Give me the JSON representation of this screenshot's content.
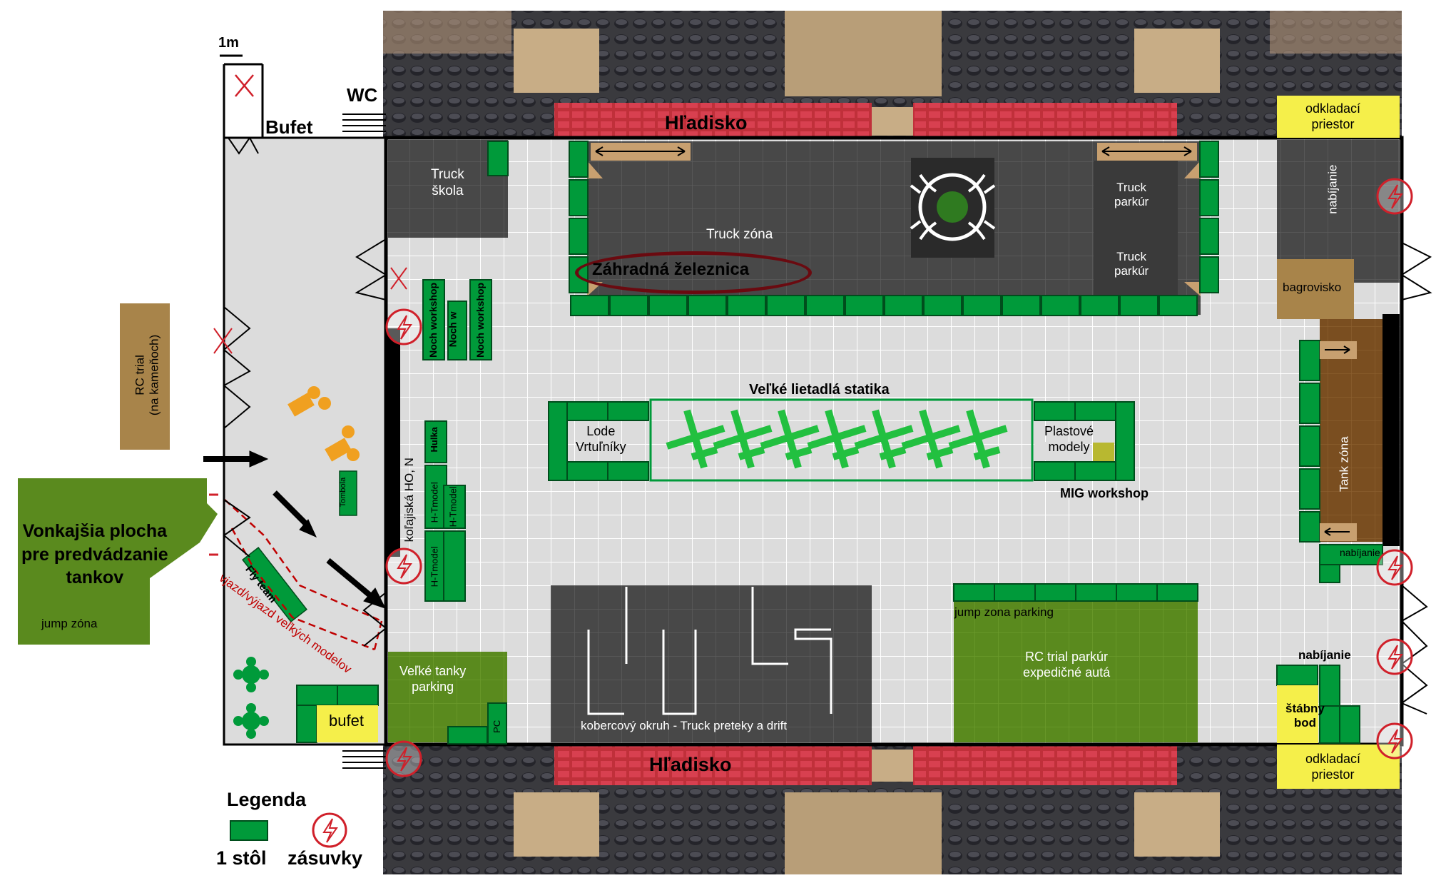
{
  "scale": "1m",
  "labels": {
    "wc": "WC",
    "bufet_top": "Bufet",
    "hladisko_top": "Hľadisko",
    "hladisko_bottom": "Hľadisko",
    "odkladaci_top": "odkladací\npriestor",
    "odkladaci_bottom": "odkladací\npriestor",
    "truck_skola": "Truck\nškola",
    "truck_zona": "Truck zóna",
    "zahradna": "Záhradná železnica",
    "truck_parkur_1": "Truck\nparkúr",
    "truck_parkur_2": "Truck\nparkúr",
    "nabijanie_top": "nabíjanie",
    "bagrovisko": "bagrovisko",
    "tank_zona": "Tank zóna",
    "nabijanie_mid": "nabíjanie",
    "nabijanie_bottom": "nabíjanie",
    "noch_workshop_1": "Noch workshop",
    "noch_w": "Noch w",
    "noch_workshop_2": "Noch workshop",
    "rc_trial_stones": "RC trial\n(na kameňoch)",
    "tombola": "Tombola",
    "kolajiska": "koľajiská HO, N",
    "hulka": "Hulka",
    "htmodel_1": "H-Tmodel",
    "htmodel_2": "H-Tmodel",
    "htmodel_3": "H-Tmodel",
    "velke_lietadla": "Veľké lietadlá statika",
    "lode": "Lode\nVrtuľníky",
    "plastove": "Plastové\nmodely",
    "mig": "MIG workshop",
    "vonkajsia": "Vonkajšia plocha\npre predvádzanie\ntankov",
    "jump_zona": "jump zóna",
    "vjazd": "vjazd/výjazd veľkých modelov",
    "flyteam": "Fly team",
    "jump_parking": "jump zona parking",
    "rc_trial_parkur": "RC trial parkúr\nexpedičné autá",
    "velke_tanky": "Veľké tanky\nparking",
    "pc": "PC",
    "bufet_bottom": "bufet",
    "kobercovy": "kobercový okruh - Truck preteky a drift",
    "stabny": "štábny\nbod"
  },
  "legend": {
    "title": "Legenda",
    "table_label": "1 stôl",
    "socket_label": "zásuvky"
  },
  "colors": {
    "table_green": "#009a3a",
    "zone_dark": "#4a4a4a",
    "floor": "#dcdcdc",
    "grid": "#ffffff",
    "olive": "#5a8a1e",
    "brown": "#a8844a",
    "tank_brown": "#7a4e20",
    "yellow": "#f5ef4a",
    "socket_red": "#d0202a",
    "route_red": "#c00000"
  }
}
